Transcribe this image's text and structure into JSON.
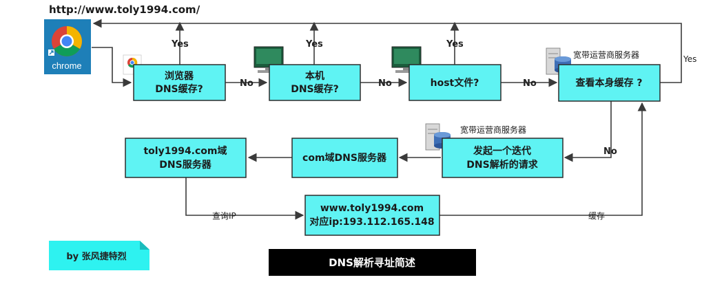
{
  "url": "http://www.toly1994.com/",
  "chrome_label": "chrome",
  "nodes": {
    "browser": [
      "浏览器",
      "DNS缓存?"
    ],
    "local": [
      "本机",
      "DNS缓存?"
    ],
    "host": [
      "host文件?"
    ],
    "isp": [
      "查看本身缓存 ?"
    ],
    "iter": [
      "发起一个迭代",
      "DNS解析的请求"
    ],
    "comdns": [
      "com域DNS服务器"
    ],
    "toly": [
      "toly1994.com域",
      "DNS服务器"
    ],
    "result": [
      "www.toly1994.com",
      "对应ip:193.112.165.148"
    ]
  },
  "isp_caption": "宽带运营商服务器",
  "labels": {
    "yes": "Yes",
    "no": "No",
    "query_ip": "查询IP",
    "cache": "缓存"
  },
  "author": "by 张风捷特烈",
  "footer_title": "DNS解析寻址简述",
  "colors": {
    "box_fill": "#5ff3f3",
    "author_fill": "#2ef2f0",
    "footer_bg": "#000000"
  }
}
